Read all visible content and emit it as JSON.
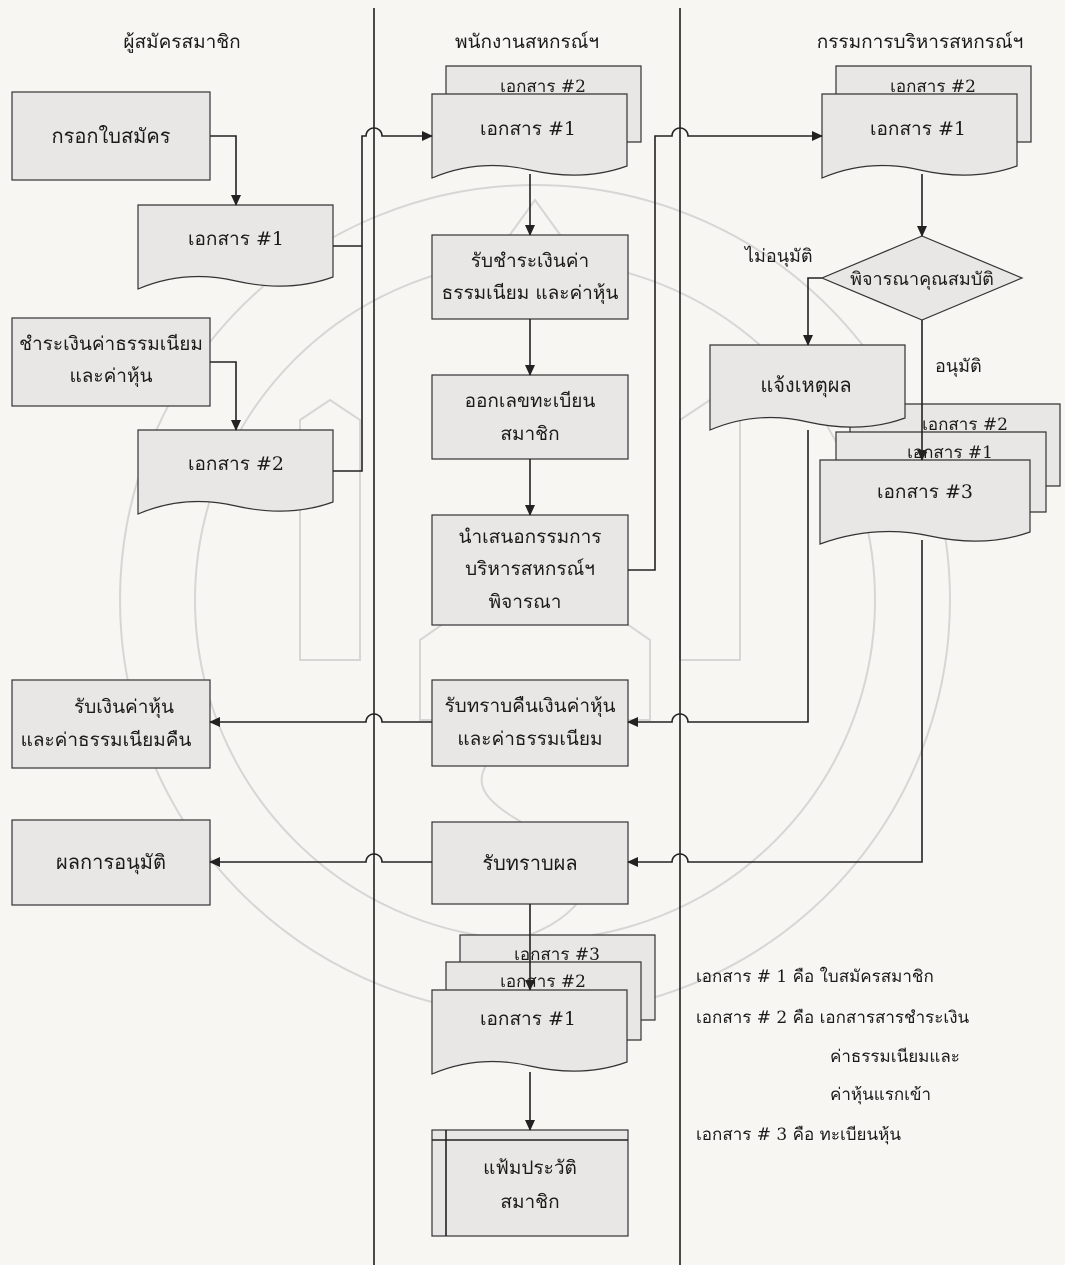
{
  "lanes": {
    "applicant": "ผู้สมัครสมาชิก",
    "staff": "พนักงานสหกรณ์ฯ",
    "committee": "กรรมการบริหารสหกรณ์ฯ"
  },
  "applicant": {
    "fill_form": "กรอกใบสมัคร",
    "doc1": "เอกสาร #1",
    "pay_fee_line1": "ชำระเงินค่าธรรมเนียม",
    "pay_fee_line2": "และค่าหุ้น",
    "doc2": "เอกสาร #2",
    "refund_line1": "รับเงินค่าหุ้น",
    "refund_line2": "และค่าธรรมเนียมคืน",
    "result": "ผลการอนุมัติ"
  },
  "staff": {
    "doc_back": "เอกสาร #2",
    "doc_front": "เอกสาร #1",
    "receive_payment_line1": "รับชำระเงินค่า",
    "receive_payment_line2": "ธรรมเนียม และค่าหุ้น",
    "issue_number_line1": "ออกเลขทะเบียน",
    "issue_number_line2": "สมาชิก",
    "present_line1": "นำเสนอกรรมการ",
    "present_line2": "บริหารสหกรณ์ฯ",
    "present_line3": "พิจารณา",
    "acknowledge_refund_line1": "รับทราบคืนเงินค่าหุ้น",
    "acknowledge_refund_line2": "และค่าธรรมเนียม",
    "acknowledge_result": "รับทราบผล",
    "doc_stack_3": "เอกสาร #3",
    "doc_stack_2": "เอกสาร #2",
    "doc_stack_1": "เอกสาร #1",
    "file_line1": "แฟ้มประวัติ",
    "file_line2": "สมาชิก"
  },
  "committee": {
    "doc_back": "เอกสาร #2",
    "doc_front": "เอกสาร #1",
    "decision": "พิจารณาคุณสมบัติ",
    "not_approved": "ไม่อนุมัติ",
    "approved": "อนุมัติ",
    "notify_reason": "แจ้งเหตุผล",
    "doc_stack_2": "เอกสาร #2",
    "doc_stack_1": "เอกสาร #1",
    "doc_stack_3": "เอกสาร #3"
  },
  "legend": {
    "line1": "เอกสาร # 1 คือ ใบสมัครสมาชิก",
    "line2": "เอกสาร # 2 คือ เอกสารสารชำระเงิน",
    "line3": "ค่าธรรมเนียมและ",
    "line4": "ค่าหุ้นแรกเข้า",
    "line5": "เอกสาร # 3 คือ ทะเบียนหุ้น"
  },
  "colors": {
    "box_fill": "#e9e7e5",
    "stroke": "#222222",
    "background": "#f7f6f3"
  }
}
